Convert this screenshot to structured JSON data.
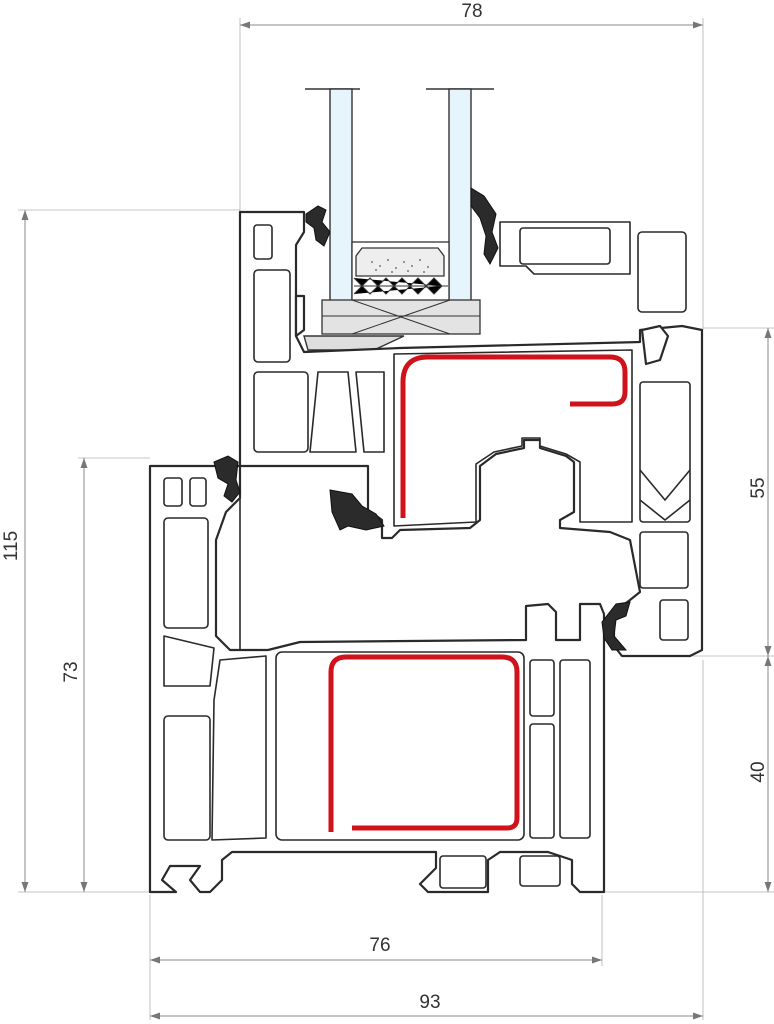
{
  "dimensions": {
    "top_overall_width": "78",
    "left_overall_height": "115",
    "left_frame_height": "73",
    "right_sash_height": "55",
    "right_frame_height": "40",
    "bottom_frame_width": "76",
    "bottom_overall_width": "93"
  },
  "colors": {
    "steel_reinforcement": "#d0121b",
    "glass": "#e6f4fb",
    "gasket": "#2b2b2b",
    "outline": "#2a2a2a"
  }
}
